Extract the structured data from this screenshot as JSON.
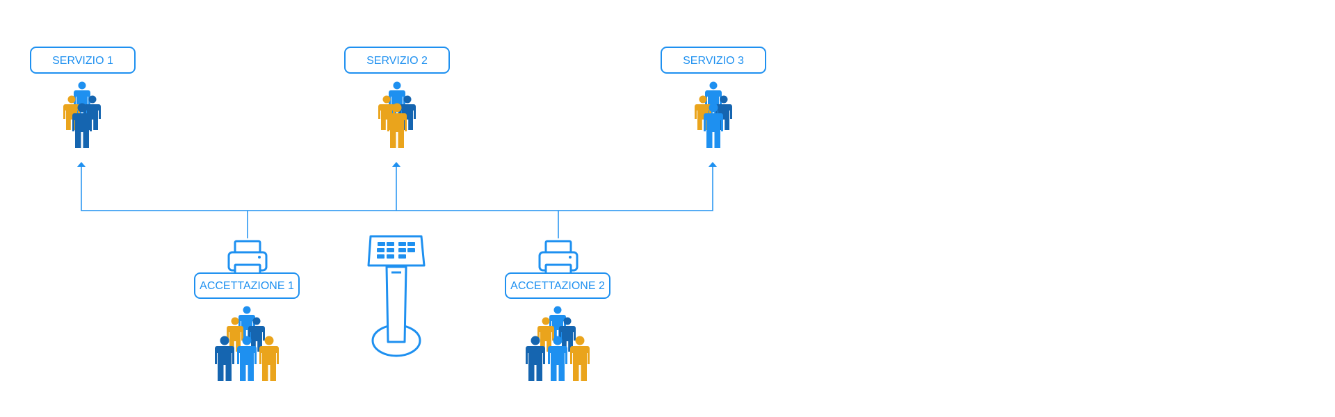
{
  "colors": {
    "accent": "#1e90f0",
    "dark_blue": "#1565b0",
    "light_blue": "#1e90f0",
    "yellow": "#eaa41c"
  },
  "services": [
    {
      "label": "SERVIZIO 1",
      "icon": "people-group-icon"
    },
    {
      "label": "SERVIZIO 2",
      "icon": "people-group-icon"
    },
    {
      "label": "SERVIZIO 3",
      "icon": "people-group-icon"
    }
  ],
  "acceptance_desks": [
    {
      "label": "ACCETTAZIONE 1",
      "icon": "printer-icon",
      "queue_icon": "people-queue-icon"
    },
    {
      "label": "ACCETTAZIONE 2",
      "icon": "printer-icon",
      "queue_icon": "people-queue-icon"
    }
  ],
  "kiosk": {
    "icon": "kiosk-icon"
  }
}
